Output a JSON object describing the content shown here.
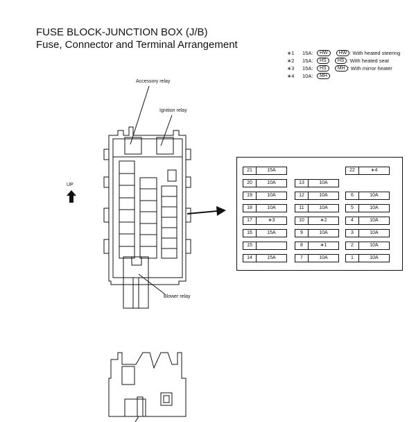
{
  "title": "FUSE BLOCK-JUNCTION BOX (J/B)",
  "subtitle": "Fuse, Connector and Terminal Arrangement",
  "legend": [
    {
      "key": "∗1",
      "rating": "15A:",
      "code": "HW",
      "note": "With heated steering"
    },
    {
      "key": "∗2",
      "rating": "15A:",
      "code": "HS",
      "note": "With heated seat"
    },
    {
      "key": "∗3",
      "rating": "15A:",
      "code": "HS",
      "note_code": "MH",
      "note": "With mirror heater"
    },
    {
      "key": "∗4",
      "rating": "10A:",
      "code": "MH",
      "note": ""
    }
  ],
  "labels": {
    "accessory_relay": "Accessory relay",
    "ignition_relay": "Ignition relay",
    "blower_relay": "Blower relay",
    "up": "UP"
  },
  "fuses": {
    "left": [
      {
        "num": "21",
        "val": "15A"
      },
      {
        "num": "20",
        "val": "10A"
      },
      {
        "num": "19",
        "val": "10A"
      },
      {
        "num": "18",
        "val": "10A"
      },
      {
        "num": "17",
        "val": "∗3"
      },
      {
        "num": "16",
        "val": "15A"
      },
      {
        "num": "15",
        "val": ""
      },
      {
        "num": "14",
        "val": "15A"
      }
    ],
    "middle": [
      {
        "num": "13",
        "val": "10A"
      },
      {
        "num": "12",
        "val": "10A"
      },
      {
        "num": "11",
        "val": "10A"
      },
      {
        "num": "10",
        "val": "∗2"
      },
      {
        "num": "9",
        "val": "10A"
      },
      {
        "num": "8",
        "val": "∗1"
      },
      {
        "num": "7",
        "val": "10A"
      }
    ],
    "right": [
      {
        "num": "22",
        "val": "∗4"
      },
      {
        "num": "6",
        "val": "10A"
      },
      {
        "num": "5",
        "val": "10A"
      },
      {
        "num": "4",
        "val": "10A"
      },
      {
        "num": "3",
        "val": "10A"
      },
      {
        "num": "2",
        "val": "10A"
      },
      {
        "num": "1",
        "val": "10A"
      }
    ]
  }
}
